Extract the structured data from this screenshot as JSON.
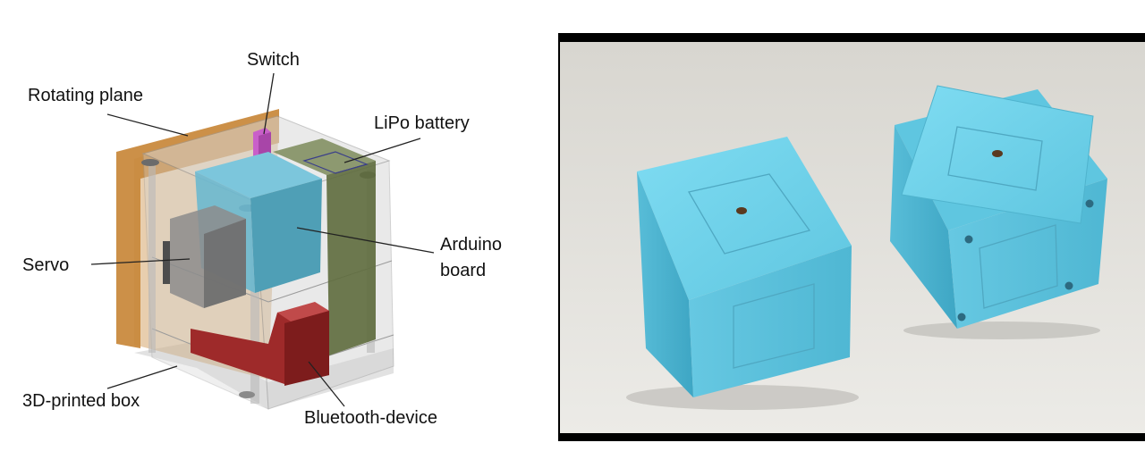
{
  "diagram": {
    "labels": {
      "switch": "Switch",
      "rotating_plane": "Rotating plane",
      "lipo_battery": "LiPo battery",
      "servo": "Servo",
      "arduino_line1": "Arduino",
      "arduino_line2": "board",
      "printed_box": "3D-printed box",
      "bluetooth": "Bluetooth-device"
    },
    "colors": {
      "rotating_plane": "#c98a3e",
      "box": "#d9d9d9",
      "switch": "#c95fc9",
      "lipo_battery": "#7d8b5a",
      "arduino": "#6cb8cf",
      "servo": "#8c8c8c",
      "bluetooth": "#9e2a2a"
    }
  },
  "photo": {
    "colors": {
      "background": "#e4e3de",
      "cube": "#6fd2ea",
      "frame": "#000000"
    }
  }
}
